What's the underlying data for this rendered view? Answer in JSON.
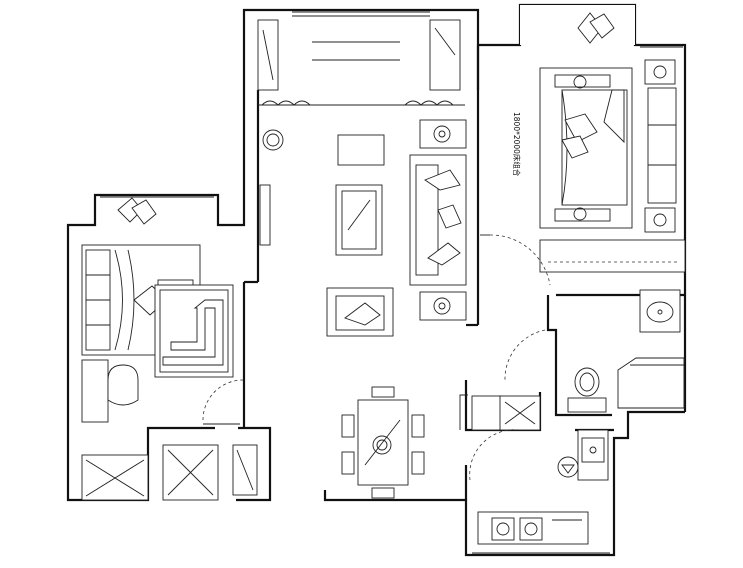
{
  "plan": {
    "bed_label": "1800*2000床组合"
  },
  "colors": {
    "line": "#111111",
    "background": "#ffffff"
  },
  "icons": [
    "bed",
    "sofa",
    "armchair",
    "dining-table",
    "chair",
    "toilet",
    "sink",
    "stove",
    "wardrobe",
    "rug",
    "door-swing",
    "window"
  ]
}
